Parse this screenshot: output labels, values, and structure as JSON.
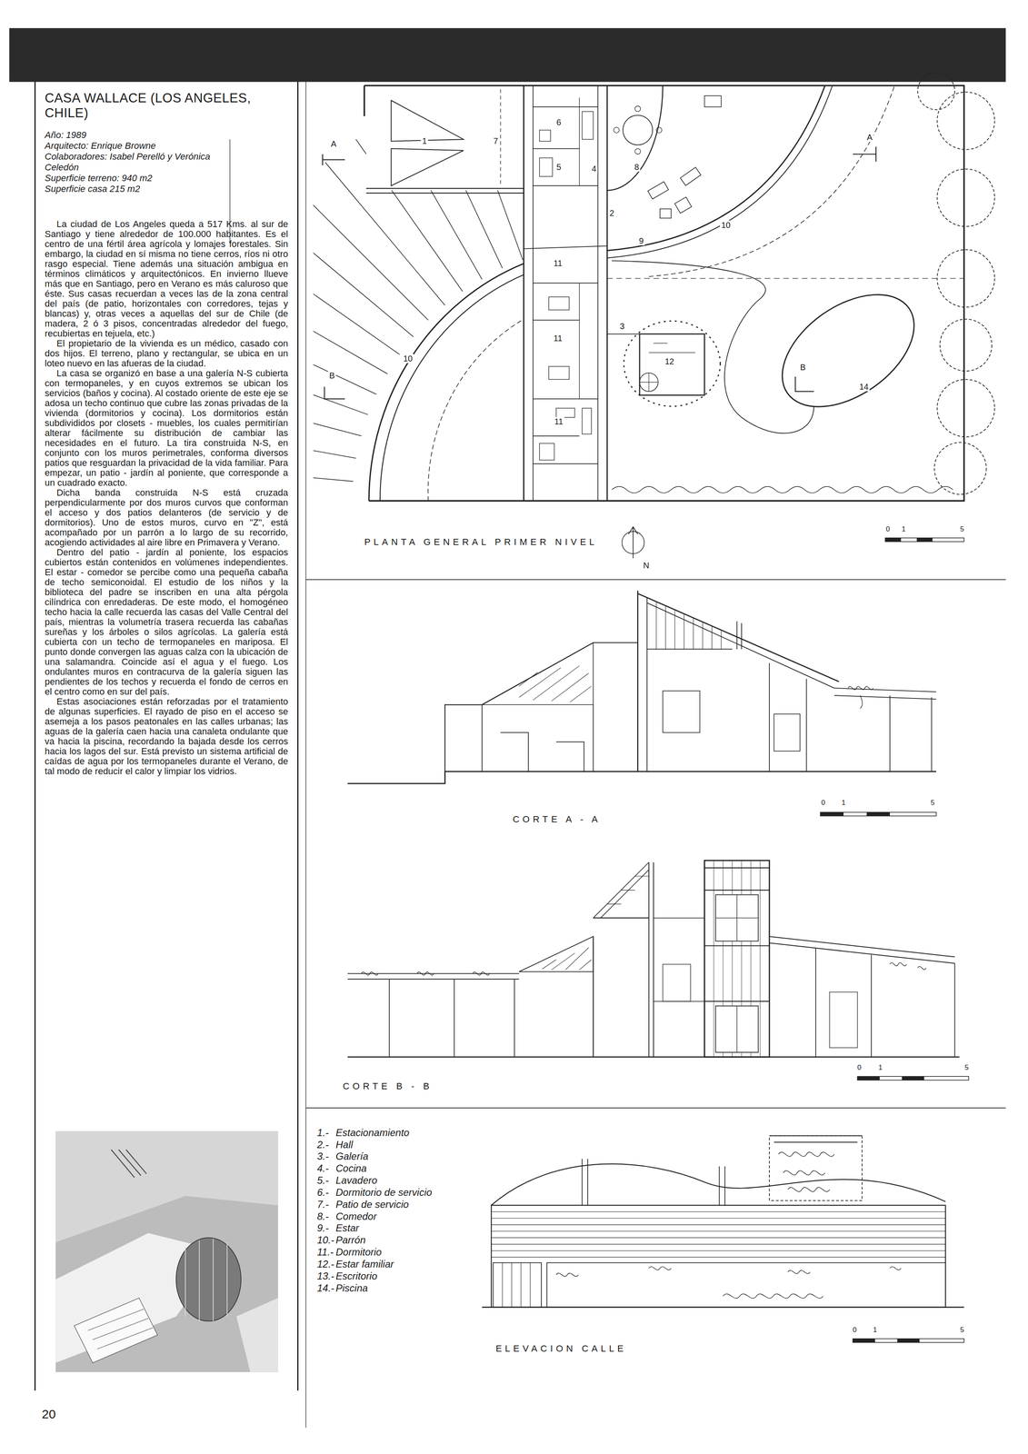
{
  "diagram": {
    "title": "CASA WALLACE (LOS ANGELES, CHILE)",
    "nodes": [
      {
        "text": [
          "Año: 1989",
          "Arquitecto: Enrique Browne",
          "Colaboradores: Isabel Perelló y Verónica Celedón",
          "Superficie terreno: 940 m2",
          "Superficie casa 215 m2",
          "La ciudad de Los Angeles queda a 517 Kms. al sur de Santiago y tiene alrededor de 100.000 habitantes. Es el centro de una fértil área agrícola y lomajes forestales. Sin embargo, la ciudad en sí misma no tiene cerros, ríos ni otro rasgo especial. Tiene además una situación ambigua en términos climáticos y arquitectónicos. En invierno llueve más que en Santiago, pero en Verano es más caluroso que éste. Sus casas recuerdan a veces las de la zona central del país (de patio, horizontales con corredores, tejas y blancas) y, otras veces a aquellas del sur de Chile (de madera, 2 ó 3 pisos, concentradas alrededor del fuego, recubiertas en tejuela, etc.)",
          "El propietario de la vivienda es un médico, casado con dos hijos. El terreno, plano y rectangular, se ubica en un loteo nuevo en las afueras de la ciudad.",
          "La casa se organizó en base a una galería N-S cubierta con termopaneles, y en cuyos extremos se ubican los servicios (baños y cocina). Al costado oriente de este eje se adosa un techo continuo que cubre las zonas privadas de la vivienda (dormitorios y cocina). Los dormitorios están subdivididos por closets - muebles, los cuales permitirían alterar fácilmente su distribución de cambiar las necesidades en el futuro. La tira construida N-S, en conjunto con los muros perimetrales, conforma diversos patios que resguardan la privacidad de la vida familiar. Para empezar, un patio - jardín al poniente, que corresponde a un cuadrado exacto.",
          "Dicha banda construida N-S está cruzada perpendicularmente por dos muros curvos que conforman el acceso y dos patios delanteros (de servicio y de dormitorios). Uno de estos muros, curvo en \"Z\", está acompañado por un parrón a lo largo de su recorrido, acogiendo actividades al aire libre en Primavera y Verano.",
          "Dentro del patio - jardín al poniente, los espacios cubiertos están contenidos en volúmenes independientes. El estar - comedor se percibe como una pequeña cabaña de techo semiconoidal. El estudio de los niños y la biblioteca del padre se inscriben en una alta pérgola cilíndrica con enredaderas. De este modo, el homogéneo techo hacia la calle recuerda las casas del Valle Central del país, mientras la volumetría trasera recuerda las cabañas sureñas y los árboles o silos agrícolas. La galería está cubierta con un techo de termopaneles en mariposa. El punto donde convergen las aguas calza con la ubicación de una salamandra. Coincide así el agua y el fuego. Los ondulantes muros en contracurva de la galería siguen las pendientes de los techos y recuerda el fondo de cerros en el centro como en sur del país.",
          "Estas asociaciones están reforzadas por el tratamiento de algunas superficies. El rayado de piso en el acceso se asemeja a los pasos peatonales en las calles urbanas; las aguas de la galería caen hacia una canaleta ondulante que va hacia la piscina, recordando la bajada desde los cerros hacia los lagos del sur. Está previsto un sistema artificial de caídas de agua por los termopaneles durante el Verano, de tal modo de reducir el calor y limpiar los vidrios."
        ]
      }
    ],
    "labels": [
      "PLANTA GENERAL PRIMER NIVEL",
      "CORTE A - A",
      "CORTE B - B",
      "ELEVACION CALLE",
      "1",
      "7",
      "6",
      "5",
      "8",
      "4",
      "2",
      "9",
      "10",
      "11",
      "3",
      "10",
      "11",
      "12",
      "11",
      "14",
      "A",
      "A",
      "B",
      "B",
      "N",
      "0",
      "1",
      "5",
      "0",
      "1",
      "5",
      "0",
      "1",
      "5",
      "0",
      "1",
      "5",
      "1.-",
      "Estacionamiento",
      "2.-",
      "Hall",
      "3.-",
      "Galería",
      "4.-",
      "Cocina",
      "5.-",
      "Lavadero",
      "6.-",
      "Dormitorio de servicio",
      "7.-",
      "Patio de servicio",
      "8.-",
      "Comedor",
      "9.-",
      "Estar",
      "10.-",
      "Parrón",
      "11.-",
      "Dormitorio",
      "12.-",
      "Estar familiar",
      "13.-",
      "Escritorio",
      "14.-",
      "Piscina",
      "20"
    ]
  }
}
